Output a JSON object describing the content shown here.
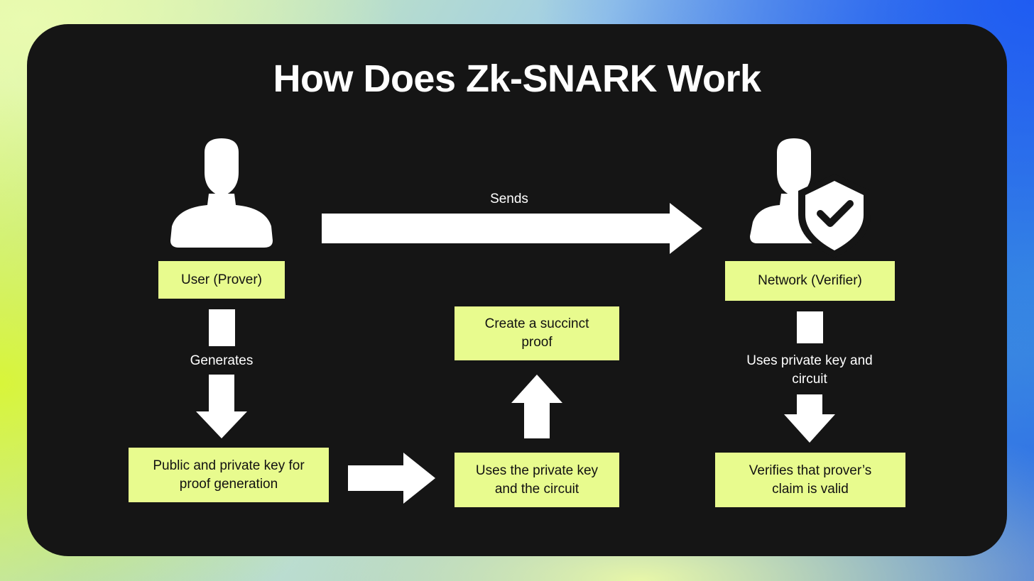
{
  "title": "How Does Zk-SNARK Work",
  "colors": {
    "card": "#151515",
    "box": "#e8fb8e",
    "arrow": "#ffffff",
    "text": "#ffffff"
  },
  "icons": {
    "prover": "user-silhouette-icon",
    "verifier": "user-shield-check-icon"
  },
  "nodes": {
    "prover": "User (Prover)",
    "verifier": "Network (Verifier)",
    "keys": "Public and private key for proof generation",
    "uses_key": "Uses the private key and the circuit",
    "create_proof": "Create a succinct proof",
    "verifies": "Verifies that prover’s claim is valid"
  },
  "edges": {
    "sends": "Sends",
    "generates": "Generates",
    "uses_key_circuit": "Uses private key and circuit"
  }
}
